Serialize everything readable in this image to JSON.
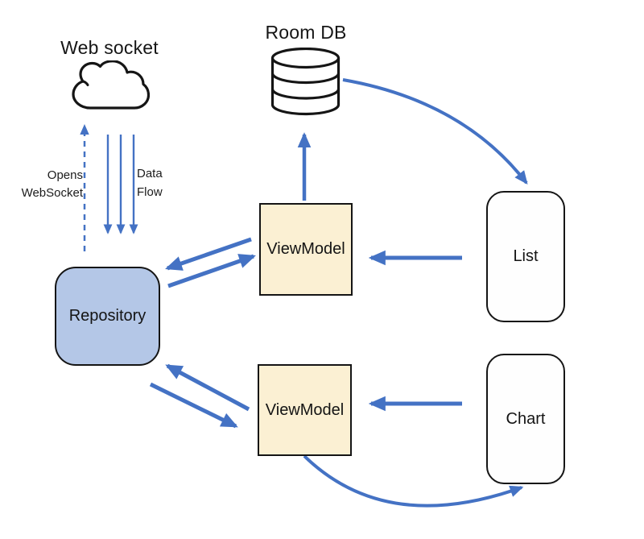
{
  "page": {
    "background": "#ffffff",
    "description": "MVVM architecture diagram with WebSocket, Room DB, Repository, ViewModels, List and Chart screens"
  },
  "colors": {
    "arrow_blue": "#4472C4",
    "repository_fill": "#B4C7E7",
    "viewmodel_fill": "#FBF0D3",
    "screen_fill": "#FEFEFE",
    "outline_black": "#151515"
  },
  "nodes": {
    "websocket": {
      "label": "Web socket",
      "icon": "cloud-icon"
    },
    "roomdb": {
      "label": "Room DB",
      "icon": "database-icon"
    },
    "repository": {
      "label": "Repository"
    },
    "viewmodel_top": {
      "label": "ViewModel"
    },
    "viewmodel_bottom": {
      "label": "ViewModel"
    },
    "list": {
      "label": "List"
    },
    "chart": {
      "label": "Chart"
    }
  },
  "edge_labels": {
    "opens_line1": "Opens",
    "opens_line2": "WebSocket",
    "data_line1": "Data",
    "data_line2": "Flow"
  },
  "edges": [
    {
      "id": "opens-websocket",
      "from": "repository",
      "to": "websocket",
      "style": "dashed",
      "label": "Opens WebSocket"
    },
    {
      "id": "data-flow",
      "from": "websocket",
      "to": "repository",
      "style": "triple-solid",
      "label": "Data Flow"
    },
    {
      "id": "viewmodel-top-to-roomdb",
      "from": "viewmodel_top",
      "to": "roomdb",
      "style": "solid",
      "label": ""
    },
    {
      "id": "roomdb-to-list",
      "from": "roomdb",
      "to": "list",
      "style": "curved",
      "label": ""
    },
    {
      "id": "list-to-viewmodel-top",
      "from": "list",
      "to": "viewmodel_top",
      "style": "solid",
      "label": ""
    },
    {
      "id": "viewmodel-top-to-repository",
      "from": "viewmodel_top",
      "to": "repository",
      "style": "solid",
      "label": ""
    },
    {
      "id": "repository-to-viewmodel-top",
      "from": "repository",
      "to": "viewmodel_top",
      "style": "solid",
      "label": ""
    },
    {
      "id": "viewmodel-bottom-to-repository",
      "from": "viewmodel_bottom",
      "to": "repository",
      "style": "solid",
      "label": ""
    },
    {
      "id": "repository-to-viewmodel-bottom",
      "from": "repository",
      "to": "viewmodel_bottom",
      "style": "solid",
      "label": ""
    },
    {
      "id": "chart-to-viewmodel-bottom",
      "from": "chart",
      "to": "viewmodel_bottom",
      "style": "solid",
      "label": ""
    },
    {
      "id": "viewmodel-bottom-to-chart",
      "from": "viewmodel_bottom",
      "to": "chart",
      "style": "curved",
      "label": ""
    }
  ]
}
